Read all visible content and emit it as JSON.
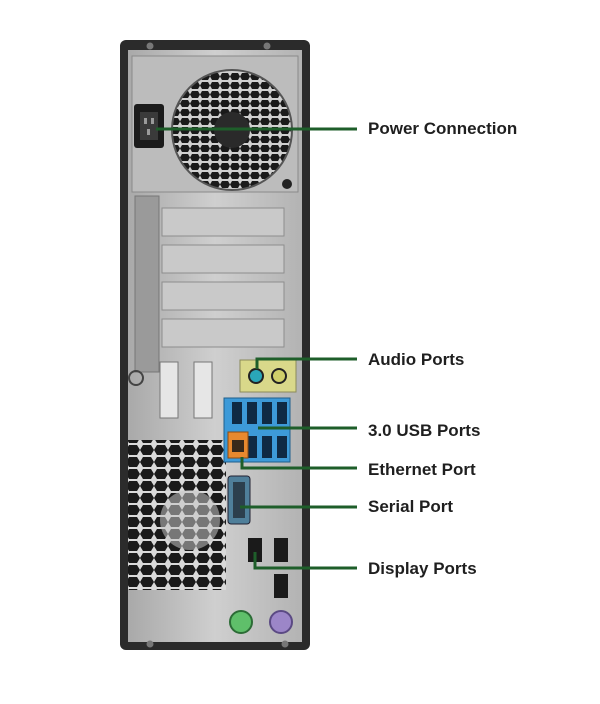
{
  "labels": {
    "power": "Power Connection",
    "audio": "Audio Ports",
    "usb": "3.0 USB Ports",
    "ethernet": "Ethernet Port",
    "serial": "Serial Port",
    "display": "Display Ports"
  },
  "colors": {
    "callout_line": "#1e5e2a",
    "chassis_frame": "#2b2b2b",
    "panel_metal": "#bdbdbd",
    "usb_port": "#3d9ad8",
    "ethernet_port": "#e8892e",
    "audio_port": "#d9d88a",
    "ps2_green": "#5fbf6a",
    "ps2_purple": "#9c86c8"
  },
  "icons": [
    "fan-grille-icon",
    "power-socket-icon",
    "usb-port-icon",
    "ethernet-port-icon",
    "serial-port-icon",
    "display-port-icon",
    "ps2-port-icon"
  ]
}
